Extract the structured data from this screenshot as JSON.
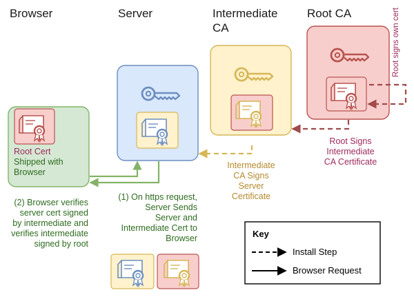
{
  "columns": {
    "browser": "Browser",
    "server": "Server",
    "intermediate_line1": "Intermediate",
    "intermediate_line2": "CA",
    "root": "Root CA"
  },
  "browser_box": {
    "line1": "Root Cert",
    "line2": "Shipped with",
    "line3": "Browser"
  },
  "root_self_sign": "Root signs own cert",
  "root_signs": {
    "line1": "Root Signs",
    "line2": "Intermediate",
    "line3": "CA Certificate"
  },
  "intermediate_signs": {
    "line1": "Intermediate",
    "line2": "CA  Signs",
    "line3": "Server",
    "line4": "Certificate"
  },
  "server_sends": {
    "line1": "(1) On https request,",
    "line2": "Server Sends",
    "line3": "Server and",
    "line4": "Intermediate Cert to",
    "line5": "Browser"
  },
  "browser_verifies": {
    "line1": "(2) Browser verifies",
    "line2": "server cert signed",
    "line3": "by intermediate and",
    "line4": "verifies intermediate",
    "line5": "signed by root"
  },
  "key": {
    "title": "Key",
    "install": "Install Step",
    "request": "Browser Request"
  },
  "colors": {
    "browser_fill": "#d5e8d4",
    "browser_stroke": "#82b366",
    "server_fill": "#dae8fc",
    "server_stroke": "#6c8ebf",
    "intermediate_fill": "#fff2cc",
    "intermediate_stroke": "#d6b656",
    "root_fill": "#f8cecc",
    "root_stroke": "#b85450",
    "green_text": "#2e6b1f",
    "maroon_text": "#9c2a5a",
    "gold_text": "#b58a2e",
    "install_arrow": "#9e4a4a",
    "request_arrow": "#82b366"
  }
}
